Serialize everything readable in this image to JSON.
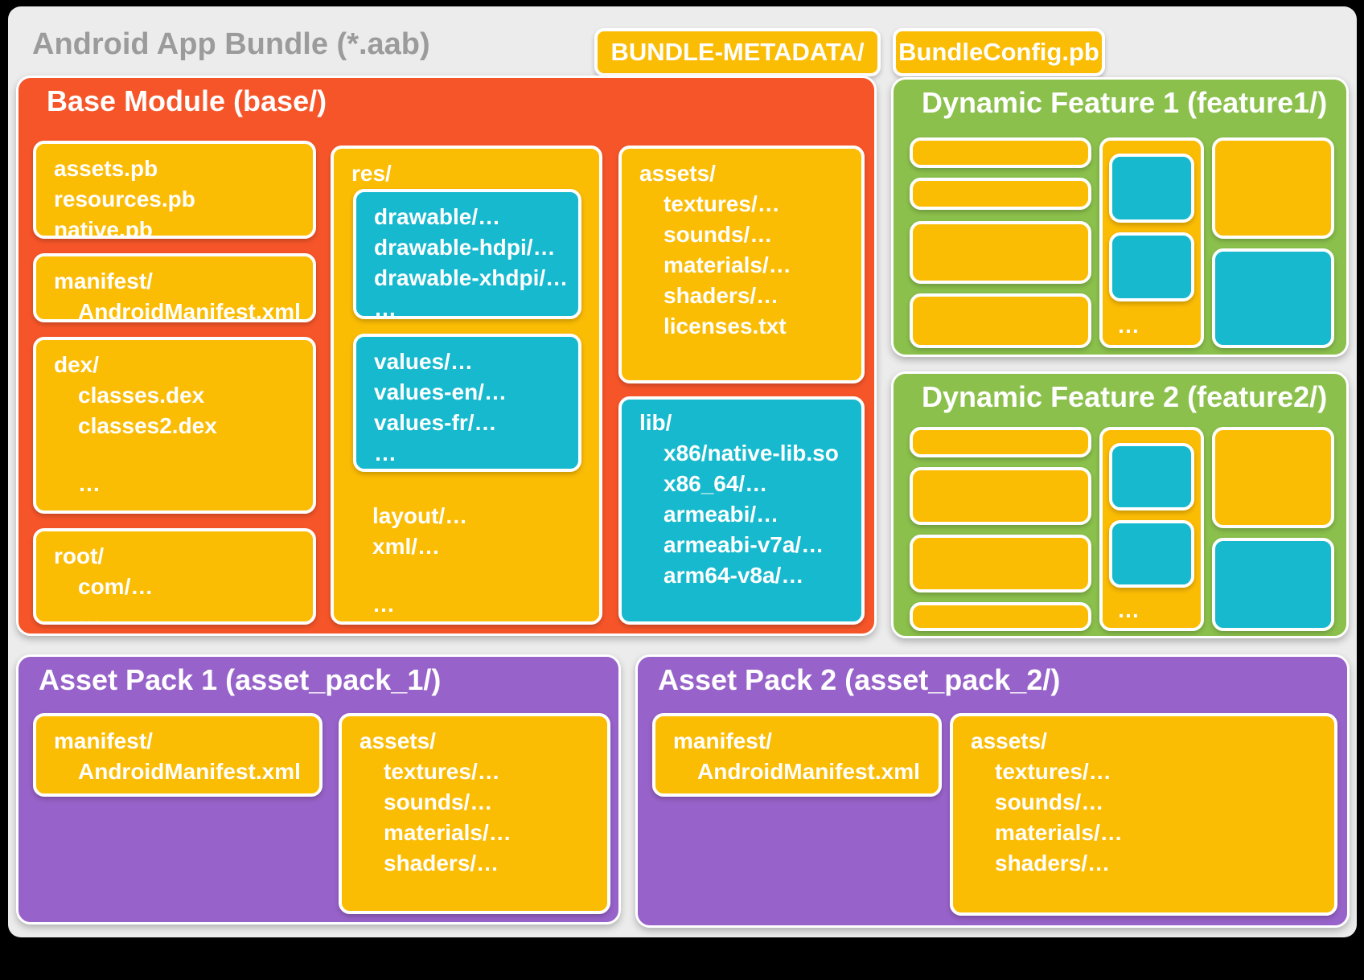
{
  "palette": {
    "background": "#000000",
    "card": "#ECECEC",
    "orange": "#F65529",
    "yellow": "#FBBC04",
    "cyan": "#17B9CE",
    "green": "#8BC04C",
    "purple": "#9762C9",
    "title_text": "#9B9B9B",
    "box_text": "#FFFFFF"
  },
  "title": "Android App Bundle (*.aab)",
  "top_chips": {
    "metadata": "BUNDLE-METADATA/",
    "config": "BundleConfig.pb"
  },
  "base_module": {
    "title": "Base Module (base/)",
    "proto_files": {
      "lines": [
        "assets.pb",
        "resources.pb",
        "native.pb"
      ]
    },
    "manifest": {
      "line1": "manifest/",
      "line2": "AndroidManifest.xml"
    },
    "dex": {
      "line1": "dex/",
      "items": [
        "classes.dex",
        "classes2.dex"
      ],
      "ellipsis": "…"
    },
    "root": {
      "line1": "root/",
      "items": [
        "com/…",
        "…"
      ]
    },
    "res": {
      "line1": "res/",
      "drawable_group": [
        "drawable/…",
        "drawable-hdpi/…",
        "drawable-xhdpi/…",
        "…"
      ],
      "values_group": [
        "values/…",
        "values-en/…",
        "values-fr/…",
        "…"
      ],
      "other_items": [
        "layout/…",
        "xml/…"
      ],
      "ellipsis": "…"
    },
    "assets": {
      "line1": "assets/",
      "items": [
        "textures/…",
        "sounds/…",
        "materials/…",
        "shaders/…",
        "licenses.txt"
      ]
    },
    "lib": {
      "line1": "lib/",
      "items": [
        "x86/native-lib.so",
        "x86_64/…",
        "armeabi/…",
        "armeabi-v7a/…",
        "arm64-v8a/…"
      ]
    }
  },
  "dynamic_feature_1": {
    "title": "Dynamic Feature 1 (feature1/)",
    "ellipsis": "…"
  },
  "dynamic_feature_2": {
    "title": "Dynamic Feature 2 (feature2/)",
    "ellipsis": "…"
  },
  "asset_pack_1": {
    "title": "Asset Pack 1 (asset_pack_1/)",
    "manifest": {
      "line1": "manifest/",
      "line2": "AndroidManifest.xml"
    },
    "assets": {
      "line1": "assets/",
      "items": [
        "textures/…",
        "sounds/…",
        "materials/…",
        "shaders/…"
      ]
    }
  },
  "asset_pack_2": {
    "title": "Asset Pack 2 (asset_pack_2/)",
    "manifest": {
      "line1": "manifest/",
      "line2": "AndroidManifest.xml"
    },
    "assets": {
      "line1": "assets/",
      "items": [
        "textures/…",
        "sounds/…",
        "materials/…",
        "shaders/…"
      ]
    }
  }
}
